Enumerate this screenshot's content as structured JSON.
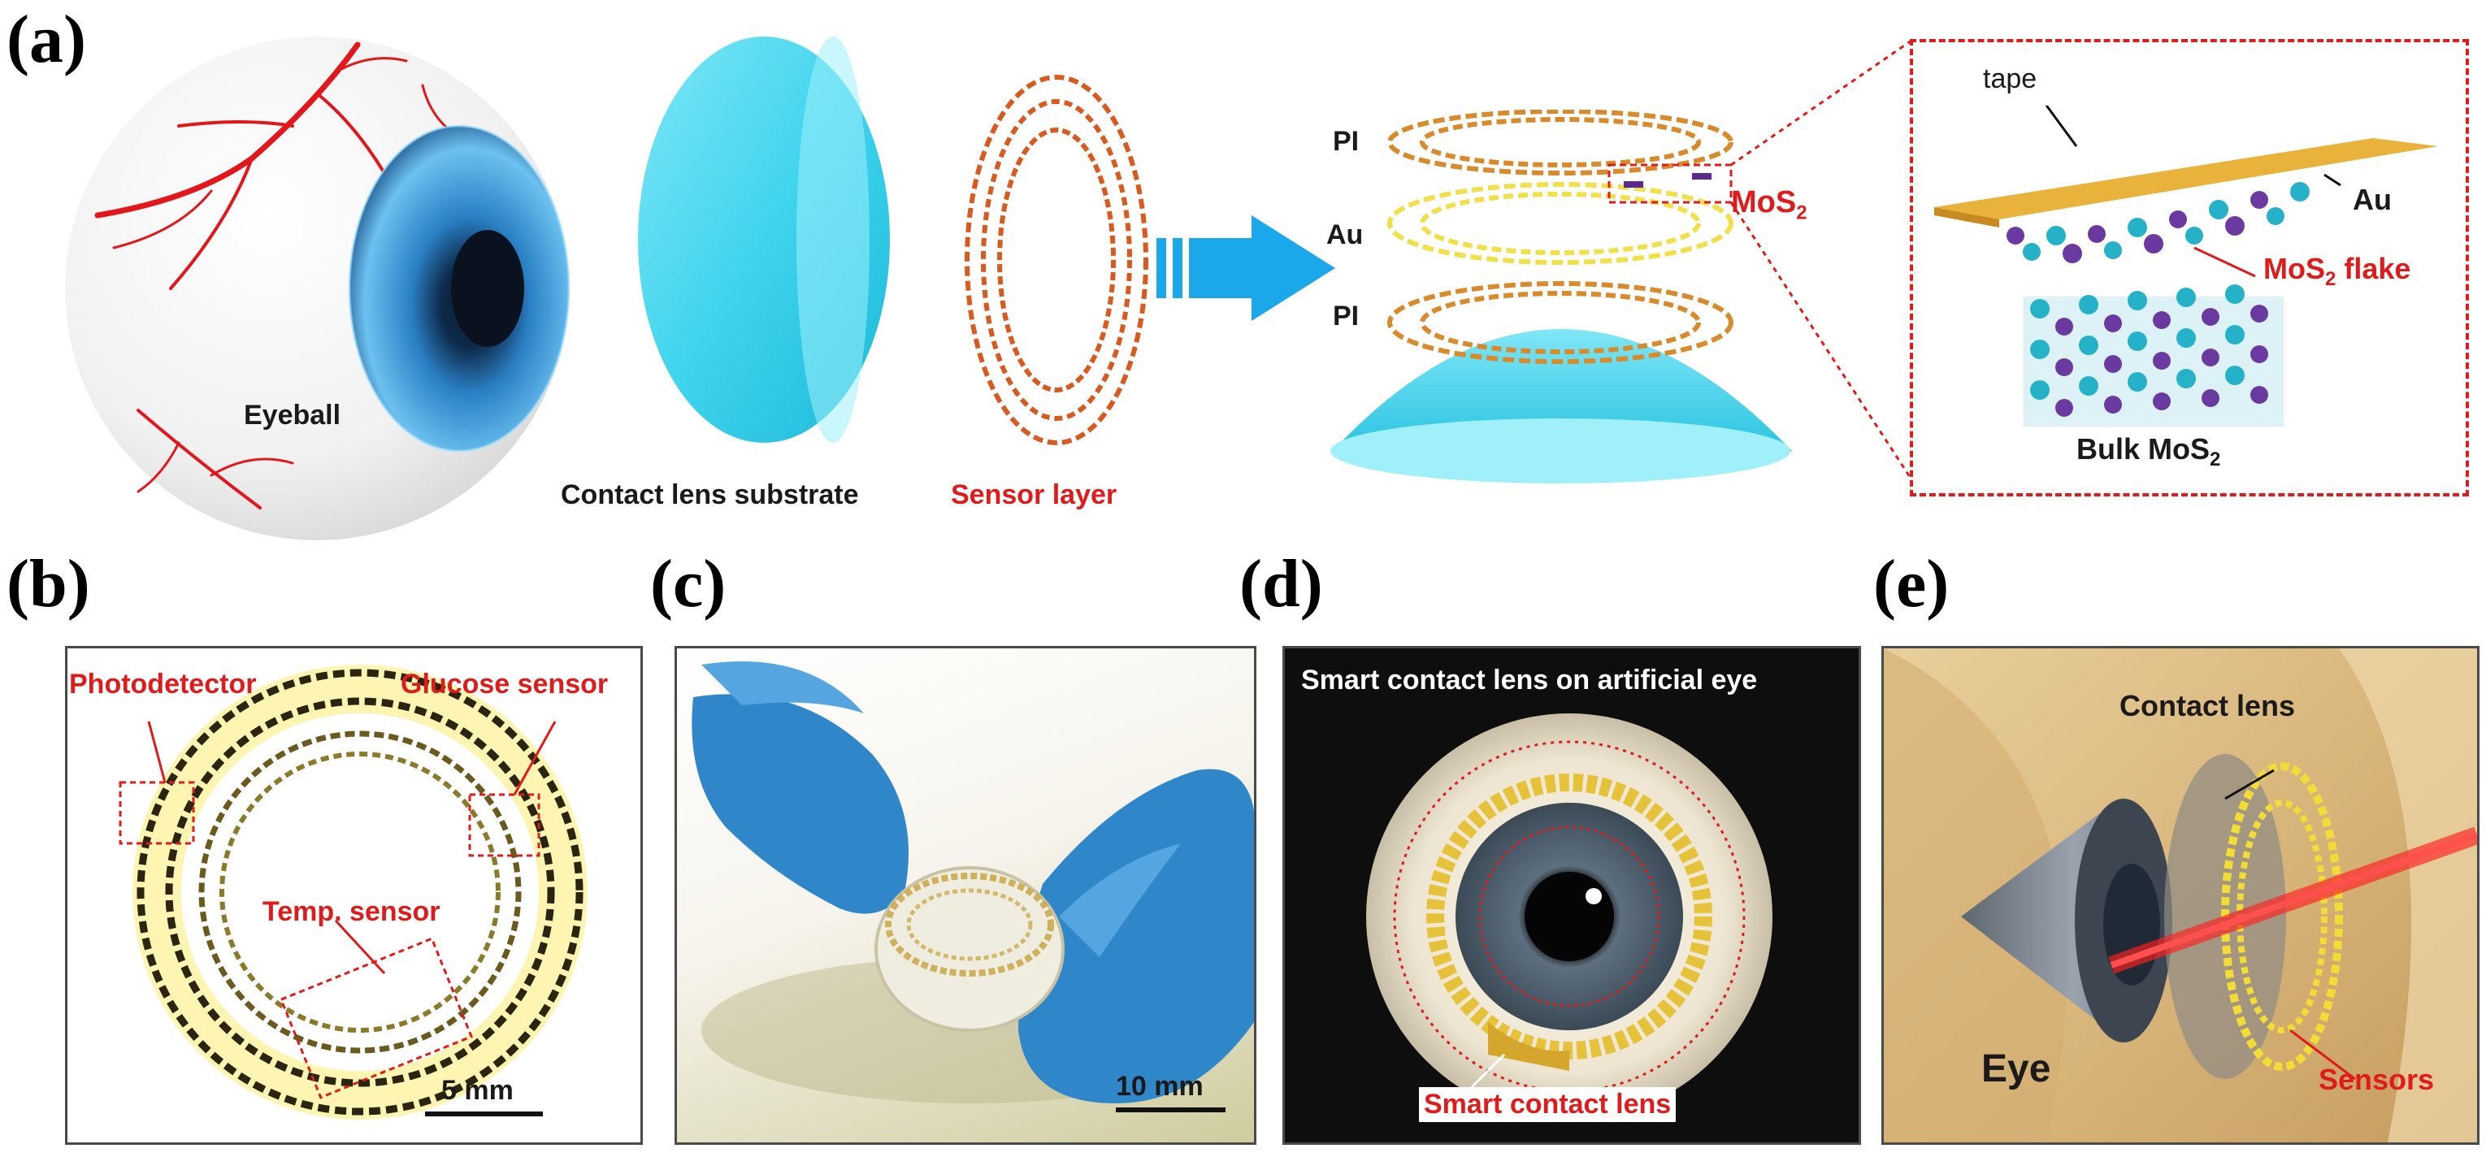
{
  "panels": {
    "a": {
      "tag": "(a)",
      "eyeball_label": "Eyeball",
      "substrate_label": "Contact lens substrate",
      "sensor_label": "Sensor layer",
      "stack_layers": [
        "PI",
        "Au",
        "PI"
      ],
      "mos2_main": "MoS",
      "mos2_sub": "2",
      "inset": {
        "tape": "tape",
        "au": "Au",
        "flake_main": "MoS",
        "flake_sub": "2",
        "flake_suffix": " flake",
        "bulk_main": "Bulk MoS",
        "bulk_sub": "2"
      }
    },
    "b": {
      "tag": "(b)",
      "photodetector": "Photodetector",
      "glucose": "Glucose sensor",
      "temp": "Temp. sensor",
      "scale": "5 mm"
    },
    "c": {
      "tag": "(c)",
      "scale": "10 mm"
    },
    "d": {
      "tag": "(d)",
      "title": "Smart contact lens on artificial eye",
      "caption": "Smart contact lens"
    },
    "e": {
      "tag": "(e)",
      "contact_lens": "Contact lens",
      "eye": "Eye",
      "sensors": "Sensors"
    }
  },
  "colors": {
    "label_red": "#e01b1b",
    "lens_cyan": "#3fd4ee",
    "gold": "#e39a2f",
    "arrow_blue": "#1aa8ea"
  }
}
